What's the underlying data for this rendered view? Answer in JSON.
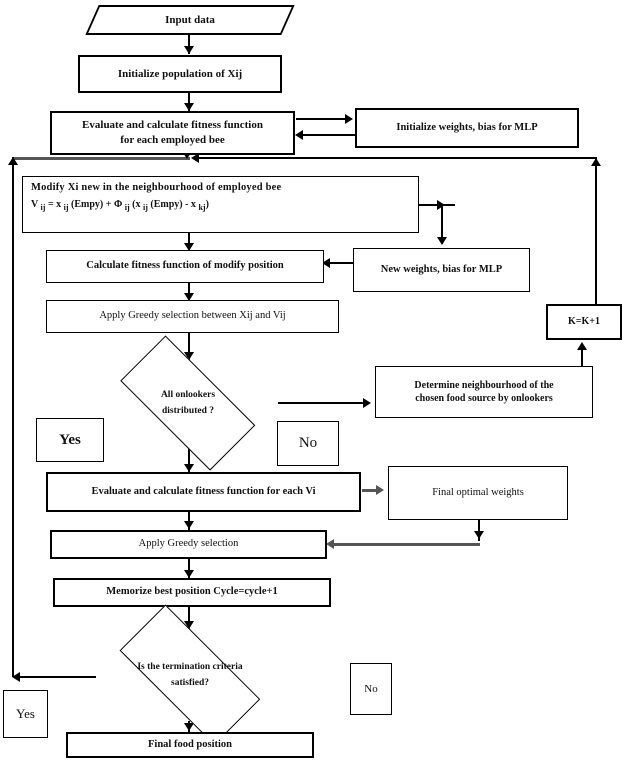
{
  "diagram": {
    "title": "ABC-MLP training flowchart",
    "nodes": {
      "input_data": "Input data",
      "init_population": "Initialize population of Xij",
      "evaluate_employed_l1": "Evaluate and calculate fitness function",
      "evaluate_employed_l2": "for each employed bee",
      "init_weights": "Initialize weights, bias for MLP",
      "modify_line1": "Modify  Xi  new  in  the  neighbourhood  of  employed  bee",
      "modify_formula": "V ij = x ij (Empy) + Φ ij (x ij (Empy) - x kj)",
      "calculate_modify": "Calculate fitness function of modify position",
      "new_weights": "New weights, bias for MLP",
      "greedy_xij_vij": "Apply Greedy selection between Xij and Vij",
      "onlookers_q_l1": "All onlookers",
      "onlookers_q_l2": "distributed ?",
      "determine_l1": "Determine   neighbourhood   of   the",
      "determine_l2": "chosen food source by onlookers",
      "k_increment": "K=K+1",
      "evaluate_vi": "Evaluate and calculate fitness function for each Vi",
      "final_weights": "Final optimal weights",
      "greedy_selection": "Apply Greedy selection",
      "memorize": "Memorize best position Cycle=cycle+1",
      "termination_l1": "Is the termination criteria",
      "termination_l2": "satisfied?",
      "final_food": "Final food position"
    },
    "edge_labels": {
      "yes_onlookers": "Yes",
      "no_onlookers": "No",
      "yes_termination": "Yes",
      "no_termination": "No"
    },
    "formula_parts": {
      "v": "V",
      "sub_ij": "ij",
      "eq": "=",
      "x": "x",
      "empy": "(E m p y)",
      "plus": "+",
      "phi": "Φ",
      "minus": "-",
      "sub_kj": "kj",
      "open": "(",
      "close": ")"
    },
    "colors": {
      "stroke": "#000000",
      "grey_stroke": "#555555",
      "text": "#111111",
      "background": "#ffffff"
    }
  }
}
